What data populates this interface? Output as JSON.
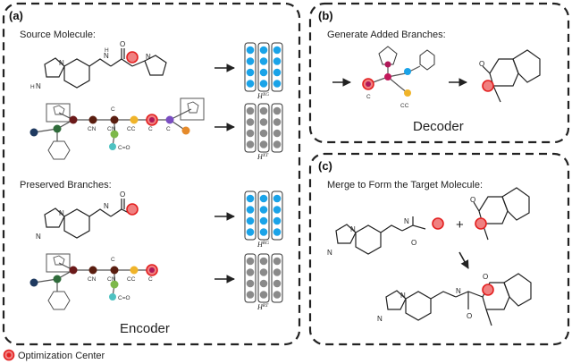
{
  "panels": {
    "a": {
      "label": "(a)",
      "source_title": "Source Molecule:",
      "preserved_title": "Preserved Branches:",
      "caption": "Encoder"
    },
    "b": {
      "label": "(b)",
      "title": "Generate Added Branches:",
      "caption": "Decoder"
    },
    "c": {
      "label": "(c)",
      "title": "Merge to Form the Target Molecule:",
      "plus": "+"
    }
  },
  "embeddings": {
    "h_xg": "H",
    "h_xg_sup": "XG",
    "h_xt": "H",
    "h_xt_sup": "XT",
    "h_rg": "H",
    "h_rg_sup": "RG",
    "h_rt": "H",
    "h_rt_sup": "RT"
  },
  "atoms": {
    "N": "N",
    "NH": "N",
    "H": "H",
    "O": "O",
    "C": "C",
    "CN": "CN",
    "CC": "CC",
    "CO": "C=O"
  },
  "legend": {
    "label": "Optimization Center"
  },
  "colors": {
    "blue": "#1aa3e8",
    "gray": "#8a8a8a",
    "optimization": "#e32020",
    "node_navy": "#1f3a60",
    "node_green": "#2e6b3a",
    "node_maroon": "#6b1a1a",
    "node_brown": "#5a1e10",
    "node_orange": "#e58a2a",
    "node_yellow": "#f0b42a",
    "node_teal": "#4ec2c2",
    "node_purple": "#7a4ec2",
    "node_crimson": "#b01858",
    "node_lime": "#7db84a"
  }
}
